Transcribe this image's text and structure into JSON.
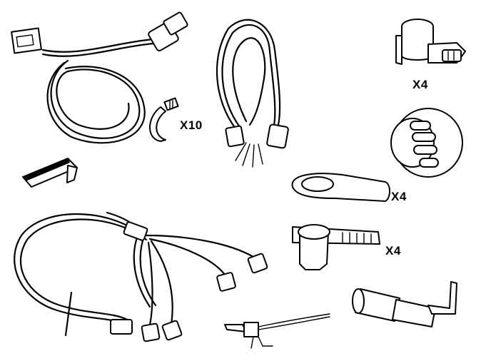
{
  "labels": {
    "relay_socket_qty": "X4",
    "tie_strap_qty": "X10",
    "bracket_qty": "X4",
    "clip_qty": "X4"
  },
  "colors": {
    "line": "#000000",
    "fill": "#ffffff",
    "shade": "#d9d9d9"
  }
}
